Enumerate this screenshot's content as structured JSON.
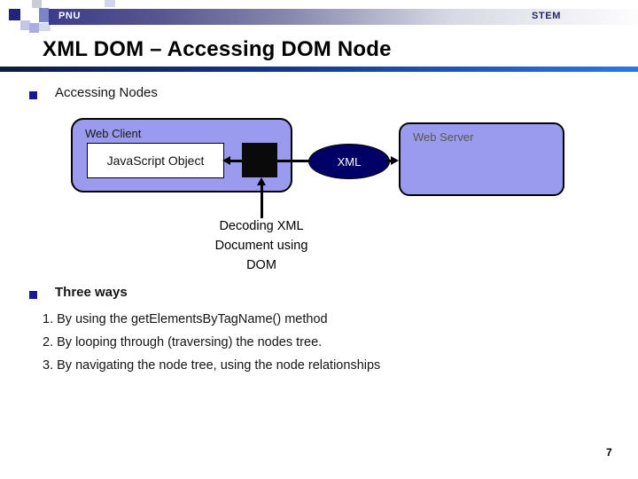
{
  "header": {
    "left_label": "PNU",
    "right_label": "STEM",
    "title": "XML DOM – Accessing DOM Node"
  },
  "colors": {
    "box_fill": "#9a9aee",
    "ellipse_fill": "#000066",
    "bullet": "#1a1a8f",
    "bar_left": "#3c3c8c",
    "rule_left": "#0d1d40",
    "rule_right": "#2f74ea"
  },
  "sections": {
    "accessing": {
      "label": "Accessing Nodes"
    },
    "three_ways": {
      "label": "Three ways",
      "items": [
        "1. By using the getElementsByTagName() method",
        "2. By looping through (traversing) the nodes tree.",
        "3. By navigating the node tree, using the node relationships"
      ]
    }
  },
  "diagram": {
    "web_client_label": "Web Client",
    "js_object_label": "JavaScript Object",
    "xml_label": "XML",
    "web_server_label": "Web Server",
    "caption_lines": [
      "Decoding XML",
      "Document using",
      "DOM"
    ]
  },
  "footer": {
    "page_number": "7"
  }
}
